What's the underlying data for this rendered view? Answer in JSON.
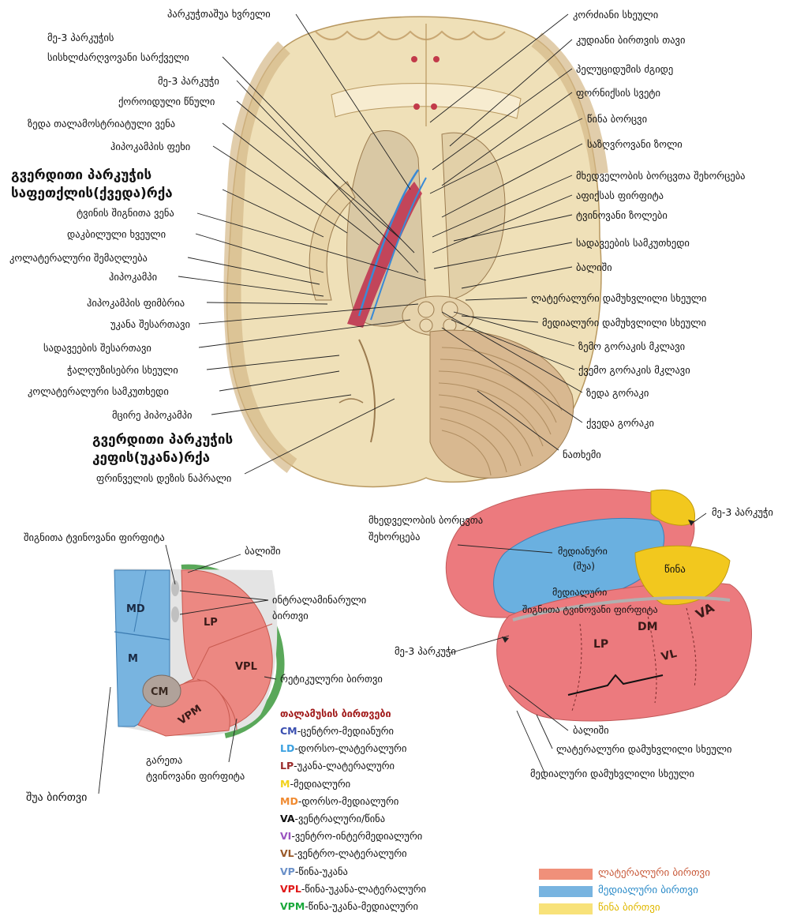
{
  "brain": {
    "left_labels": [
      "მე-3 პარკუჭის",
      "სისხლძარღვოვანი სარქველი",
      "მე-3 პარკუჭი",
      "ქოროიდული წნული",
      "ზედა თალამოსტრიატული ვენა",
      "ჰიპოკამპის ფეხი",
      "ტვინის შიგნითა ვენა",
      "დაკბილული ხვეული",
      "კოლატერალური შემაღლება",
      "ჰიპოკამპი",
      "ჰიპოკამპის ფიმბრია",
      "უკანა შესართავი",
      "სადავეების შესართავი",
      "ჭალღუზისებრი სხეული",
      "კოლატერალური სამკუთხედი",
      "მცირე ჰიპოკამპი",
      "ფრინველის დეზის ნაპრალი"
    ],
    "left_big_labels": [
      "გვერდითი პარკუჭის",
      "საფეთქლის(ქვედა)რქა",
      "გვერდითი პარკუჭის",
      "კეფის(უკანა)რქა"
    ],
    "top_label": "პარკუჭთაშუა ხვრელი",
    "right_labels": [
      "კორძიანი სხეული",
      "კუდიანი ბირთვის თავი",
      "პელუციდუმის ძგიდე",
      "ფორნიქსის სვეტი",
      "წინა ბორცვი",
      "საზღვროვანი ზოლი",
      "მხედველობის ბორცვთა შეხორცება",
      "აფიქსას ფირფიტა",
      "ტვინოვანი ზოლები",
      "სადავეების სამკუთხედი",
      "ბალიში",
      "ლატერალური დამუხვლილი სხეული",
      "მედიალური დამუხვლილი სხეული",
      "ზემო გორაკის მკლავი",
      "ქვემო გორაკის მკლავი",
      "ზედა გორაკი",
      "ქვედა გორაკი",
      "ნათხემი"
    ]
  },
  "section": {
    "labels": {
      "internal_lamina": "შიგნითა ტვინოვანი ფირფიტა",
      "pulvinar": "ბალიში",
      "intralaminar_1": "ინტრალამინარული",
      "intralaminar_2": "ბირთვი",
      "reticular": "რეტიკულური ბირთვი",
      "external_1": "გარეთა",
      "external_2": "ტვინოვანი ფირფიტა",
      "midline": "შუა ბირთვი"
    },
    "regions": {
      "MD": "MD",
      "M": "M",
      "CM": "CM",
      "LP": "LP",
      "VPL": "VPL",
      "VPM": "VPM"
    }
  },
  "nuclei_legend": {
    "title": "თალამუსის ბირთვები",
    "items": [
      {
        "abbr": "CM",
        "text": "-ცენტრო-მედიანური",
        "color": "#3a4fb0"
      },
      {
        "abbr": "LD",
        "text": "-დორსო-ლატერალური",
        "color": "#3aa0e0"
      },
      {
        "abbr": "LP",
        "text": "-უკანა-ლატერალური",
        "color": "#9a2a2a"
      },
      {
        "abbr": "M",
        "text": "-მედიალური",
        "color": "#f2d21a"
      },
      {
        "abbr": "MD",
        "text": "-დორსო-მედიალური",
        "color": "#f08a30"
      },
      {
        "abbr": "VA",
        "text": "-ვენტრალური/წინა",
        "color": "#111111"
      },
      {
        "abbr": "VI",
        "text": "-ვენტრო-ინტერმედიალური",
        "color": "#9a55c0"
      },
      {
        "abbr": "VL",
        "text": "-ვენტრო-ლატერალური",
        "color": "#9a5a2a"
      },
      {
        "abbr": "VP",
        "text": "-წინა-უკანა",
        "color": "#6a90c8"
      },
      {
        "abbr": "VPL",
        "text": "-წინა-უკანა-ლატერალური",
        "color": "#e01818"
      },
      {
        "abbr": "VPM",
        "text": "-წინა-უკანა-მედიალური",
        "color": "#1aa83a"
      }
    ]
  },
  "thalamus3d": {
    "labels": {
      "adhesion_1": "მხედველობის ბორცვთა",
      "adhesion_2": "შეხორცება",
      "third_ventricle_top": "მე-3 პარკუჭი",
      "third_ventricle_left": "მე-3 პარკუჭი",
      "pulvinar": "ბალიში",
      "lateral_geniculate": "ლატერალური დამუხვლილი სხეული",
      "medial_geniculate": "მედიალური დამუხვლილი სხეული"
    },
    "inside": {
      "median_1": "მედიანური",
      "median_2": "(შუა)",
      "anterior": "წინა",
      "medial": "მედიალური",
      "internal": "შიგნითა ტვინოვანი ფირფიტა",
      "VA": "VA",
      "DM": "DM",
      "LP": "LP",
      "VL": "VL"
    }
  },
  "color_legend": [
    {
      "label": "ლატერალური ბირთვი",
      "color": "#f0907a",
      "text_color": "#c85a3a"
    },
    {
      "label": "მედიალური ბირთვი",
      "color": "#78b4e0",
      "text_color": "#2a8ac8"
    },
    {
      "label": "წინა ბირთვი",
      "color": "#f8e27a",
      "text_color": "#e0b800"
    }
  ]
}
